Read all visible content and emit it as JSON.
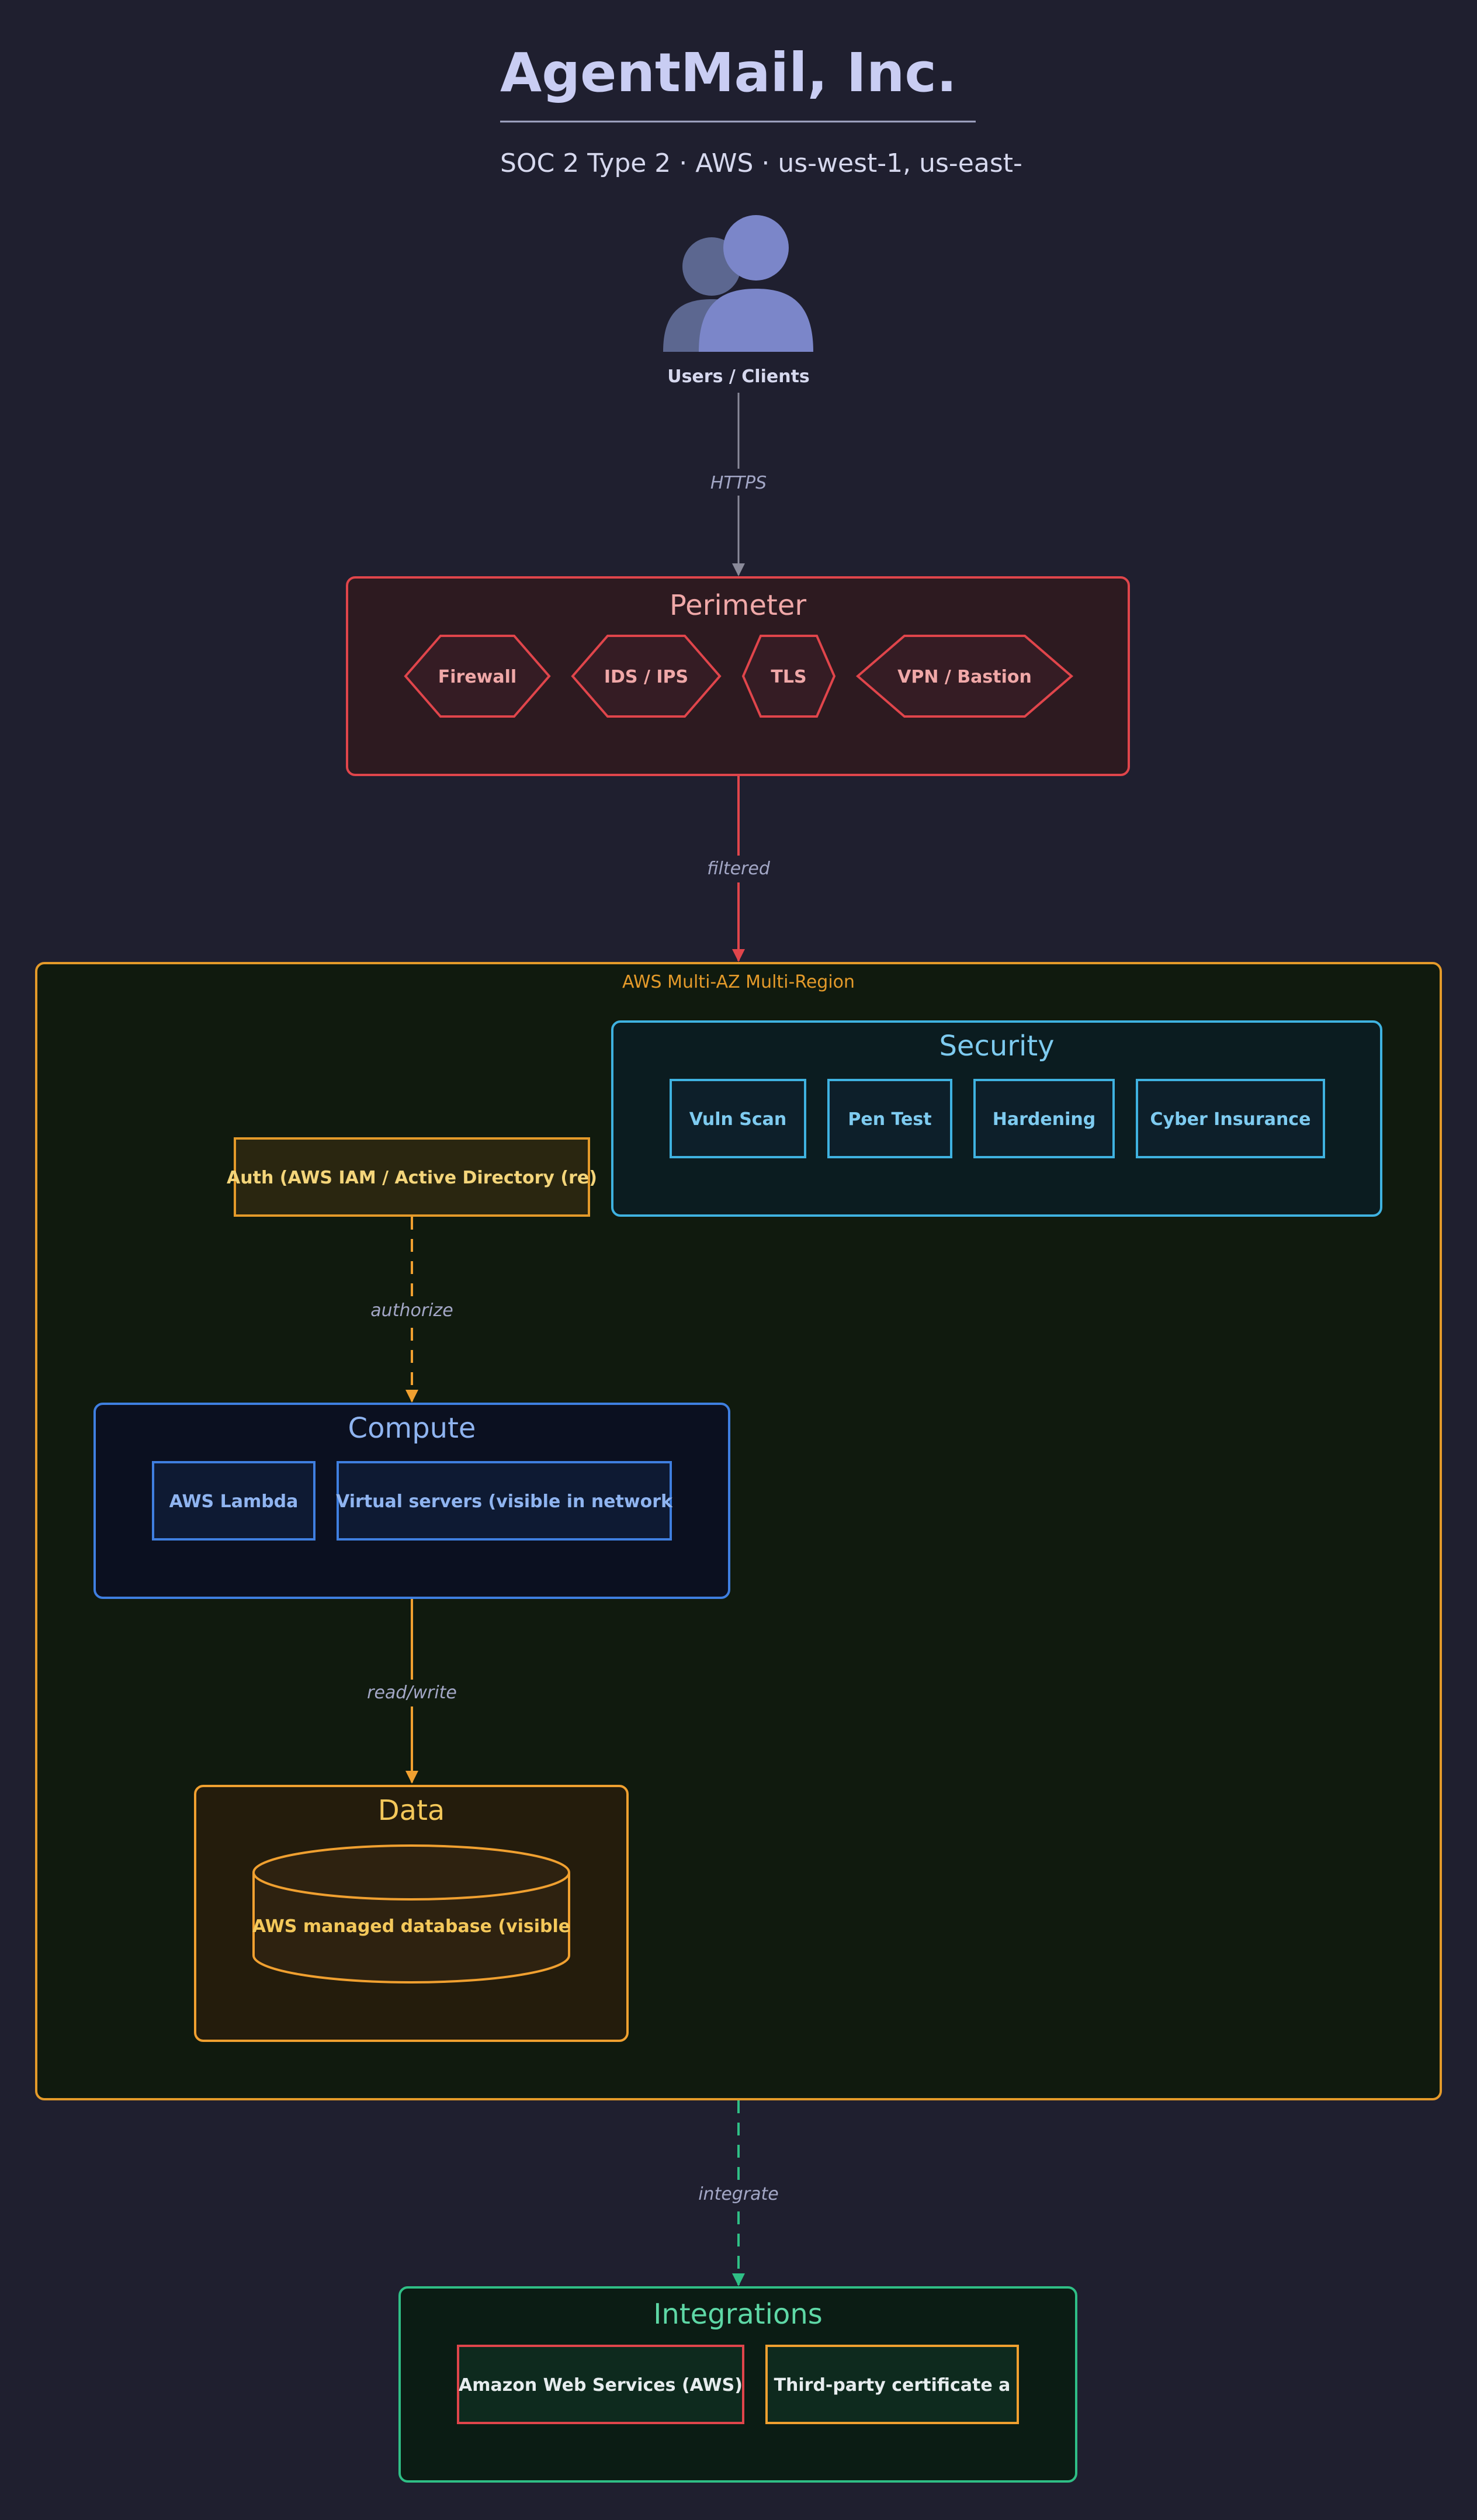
{
  "header": {
    "title": "AgentMail, Inc.",
    "subtitle": "SOC 2 Type 2 · AWS · us-west-1, us-east-"
  },
  "users": {
    "label": "Users / Clients",
    "icon": "users-icon"
  },
  "edges": {
    "https": "HTTPS",
    "filtered": "filtered",
    "authorize": "authorize",
    "read_write": "read/write",
    "integrate": "integrate"
  },
  "perimeter": {
    "title": "Perimeter",
    "items": [
      "Firewall",
      "IDS / IPS",
      "TLS",
      "VPN / Bastion"
    ],
    "color": "#e0454b"
  },
  "aws_region": {
    "title": "AWS Multi-AZ Multi-Region",
    "color": "#e49a2a"
  },
  "security": {
    "title": "Security",
    "items": [
      "Vuln Scan",
      "Pen Test",
      "Hardening",
      "Cyber Insurance"
    ],
    "color": "#3fb2e0"
  },
  "auth": {
    "label": "Auth (AWS IAM / Active Directory (re)"
  },
  "compute": {
    "title": "Compute",
    "items": [
      "AWS Lambda",
      "Virtual servers (visible in network"
    ],
    "color": "#3f7fe0"
  },
  "data": {
    "title": "Data",
    "database": "AWS managed database (visible",
    "color": "#f0a030"
  },
  "integrations": {
    "title": "Integrations",
    "items": [
      "Amazon Web Services (AWS)",
      "Third-party certificate a"
    ],
    "color": "#2fbf86"
  }
}
